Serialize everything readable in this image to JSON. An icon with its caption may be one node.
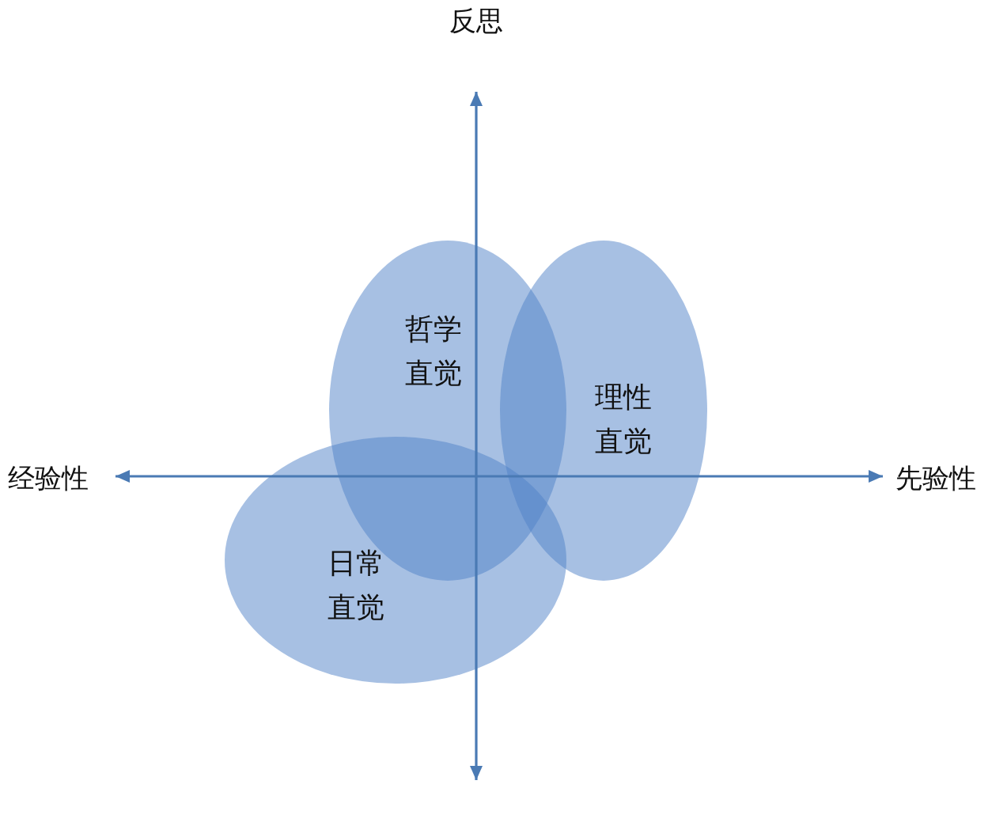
{
  "diagram": {
    "nodes": [
      {
        "text": [
          "哲学直觉"
        ]
      },
      {
        "text": [
          "理性直觉"
        ]
      },
      {
        "text": [
          "日常直觉"
        ]
      }
    ],
    "labels": [
      "反思",
      "经验性",
      "先验性"
    ]
  }
}
